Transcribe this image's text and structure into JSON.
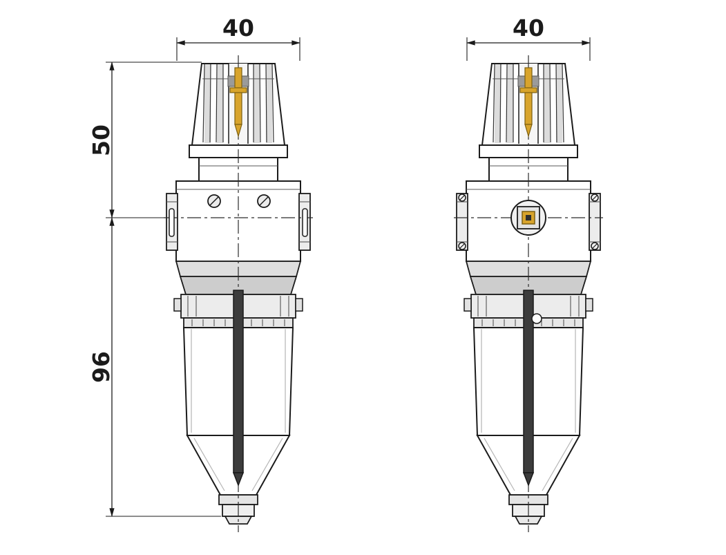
{
  "dimensions": {
    "front_width": "40",
    "side_width": "40",
    "upper_height": "50",
    "lower_height": "96"
  },
  "colors": {
    "line": "#1b1b1b",
    "fill_light": "#f2f2f2",
    "fill_mid": "#dedede",
    "fill_dark": "#cdcdcd",
    "brass": "#d8a42c",
    "brass_edge": "#7c5f10",
    "tube": "#3c3c3c",
    "washer_gray": "#9b9b9b",
    "background": "#ffffff"
  }
}
